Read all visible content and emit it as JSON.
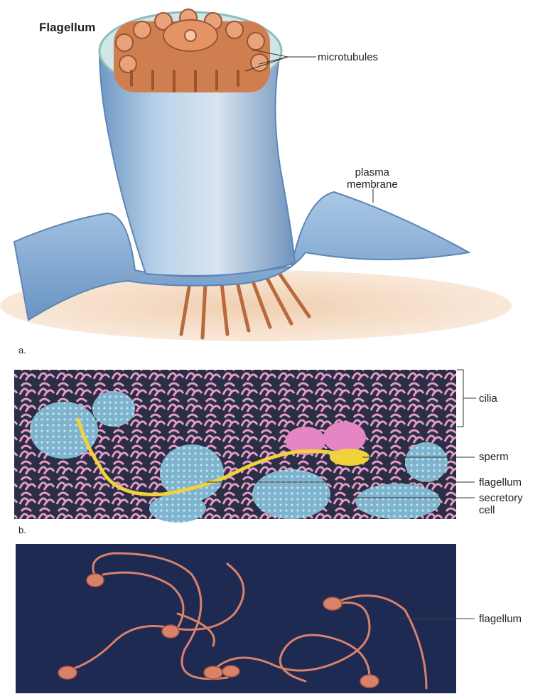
{
  "panel_a": {
    "title": "Flagellum",
    "labels": {
      "microtubules": "microtubules",
      "plasma_membrane_line1": "plasma",
      "plasma_membrane_line2": "membrane"
    },
    "panel_letter": "a."
  },
  "panel_b": {
    "labels": {
      "cilia": "cilia",
      "sperm": "sperm",
      "flagellum": "flagellum",
      "secretory_line1": "secretory",
      "secretory_line2": "cell"
    },
    "panel_letter": "b."
  },
  "panel_c": {
    "labels": {
      "flagellum": "flagellum"
    }
  },
  "colors": {
    "membrane_blue": "#8fb5d9",
    "tubule_orange": "#d98a5a",
    "cilia_pink": "#e08ac0",
    "sperm_yellow": "#f0d23a",
    "dark_bg": "#1e2a52",
    "sperm_copper": "#d9826a"
  }
}
